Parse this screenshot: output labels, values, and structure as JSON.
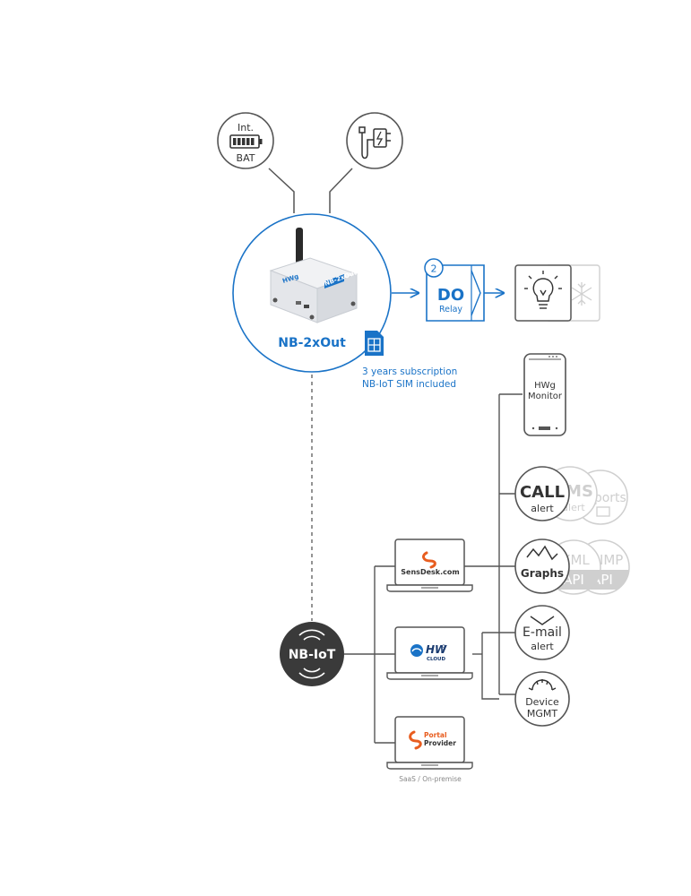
{
  "colors": {
    "accent": "#1a73c7",
    "outline": "#555555",
    "faded": "#c9c9c9",
    "dark": "#3a3a3a",
    "sensdesk_orange": "#e85d1f"
  },
  "power": {
    "battery_top": "Int.",
    "battery_bottom": "BAT",
    "battery_icon": "battery-icon",
    "adapter_icon": "power-adapter-icon"
  },
  "device": {
    "name": "NB-2xOut",
    "label_on_box": "NB-2xOut",
    "brand_on_box": "HWg",
    "sim_note_line1": "3 years subscription",
    "sim_note_line2": "NB-IoT SIM included",
    "sim_icon": "sim-card-icon"
  },
  "output": {
    "count": "2",
    "type": "DO",
    "sub": "Relay",
    "load_icons": [
      "light-bulb-icon",
      "snowflake-icon"
    ]
  },
  "network": {
    "label": "NB-IoT"
  },
  "platforms": {
    "sensdesk": "SensDesk.com",
    "hwg_logo": "HW",
    "hwg_sup": "g",
    "hwg_cloud": "CLOUD",
    "portal_line1": "Portal",
    "portal_line2": "Provider",
    "caption": "SaaS / On-premise"
  },
  "features": {
    "phone_line1": "HWg",
    "phone_line2": "Monitor",
    "call_top": "CALL",
    "call_bottom": "alert",
    "sms_top": "SMS",
    "sms_bottom": "alert",
    "reports": "Reports",
    "graphs": "Graphs",
    "xml_top": "XML",
    "xml_bottom": "API",
    "snmp_top": "SNMP",
    "snmp_bottom": "API",
    "email_top": "E-mail",
    "email_bottom": "alert",
    "device_top": "Device",
    "device_bottom": "MGMT"
  }
}
